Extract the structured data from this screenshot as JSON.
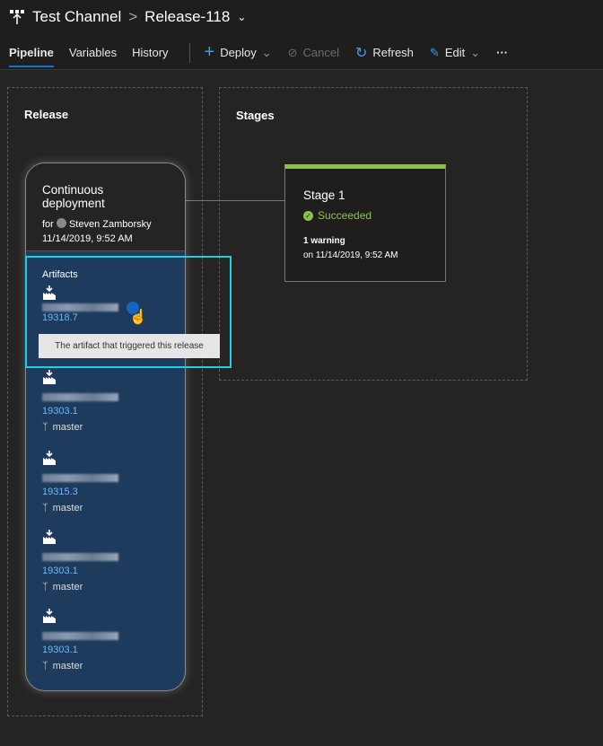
{
  "header": {
    "pipeline": "Test Channel",
    "separator": ">",
    "release": "Release-118"
  },
  "tabs": [
    {
      "label": "Pipeline"
    },
    {
      "label": "Variables"
    },
    {
      "label": "History"
    }
  ],
  "toolbar": {
    "deploy": "Deploy",
    "cancel": "Cancel",
    "refresh": "Refresh",
    "edit": "Edit",
    "more": "···"
  },
  "release": {
    "heading": "Release",
    "trigger": "Continuous deployment",
    "for": "for",
    "user": "Steven Zamborsky",
    "date": "11/14/2019, 9:52 AM",
    "artifacts_label": "Artifacts",
    "artifacts": [
      {
        "version": "19318.7",
        "branch": ""
      },
      {
        "version": "19303.1",
        "branch": "master"
      },
      {
        "version": "19315.3",
        "branch": "master"
      },
      {
        "version": "19303.1",
        "branch": "master"
      },
      {
        "version": "19303.1",
        "branch": "master"
      }
    ],
    "tooltip": "The artifact that triggered this release"
  },
  "stages": {
    "heading": "Stages",
    "items": [
      {
        "name": "Stage 1",
        "status": "Succeeded",
        "warnings": "1 warning",
        "date": "on 11/14/2019, 9:52 AM"
      }
    ]
  },
  "colors": {
    "accent": "#0078d4",
    "success": "#8cc152",
    "highlight": "#1ad1e6"
  }
}
